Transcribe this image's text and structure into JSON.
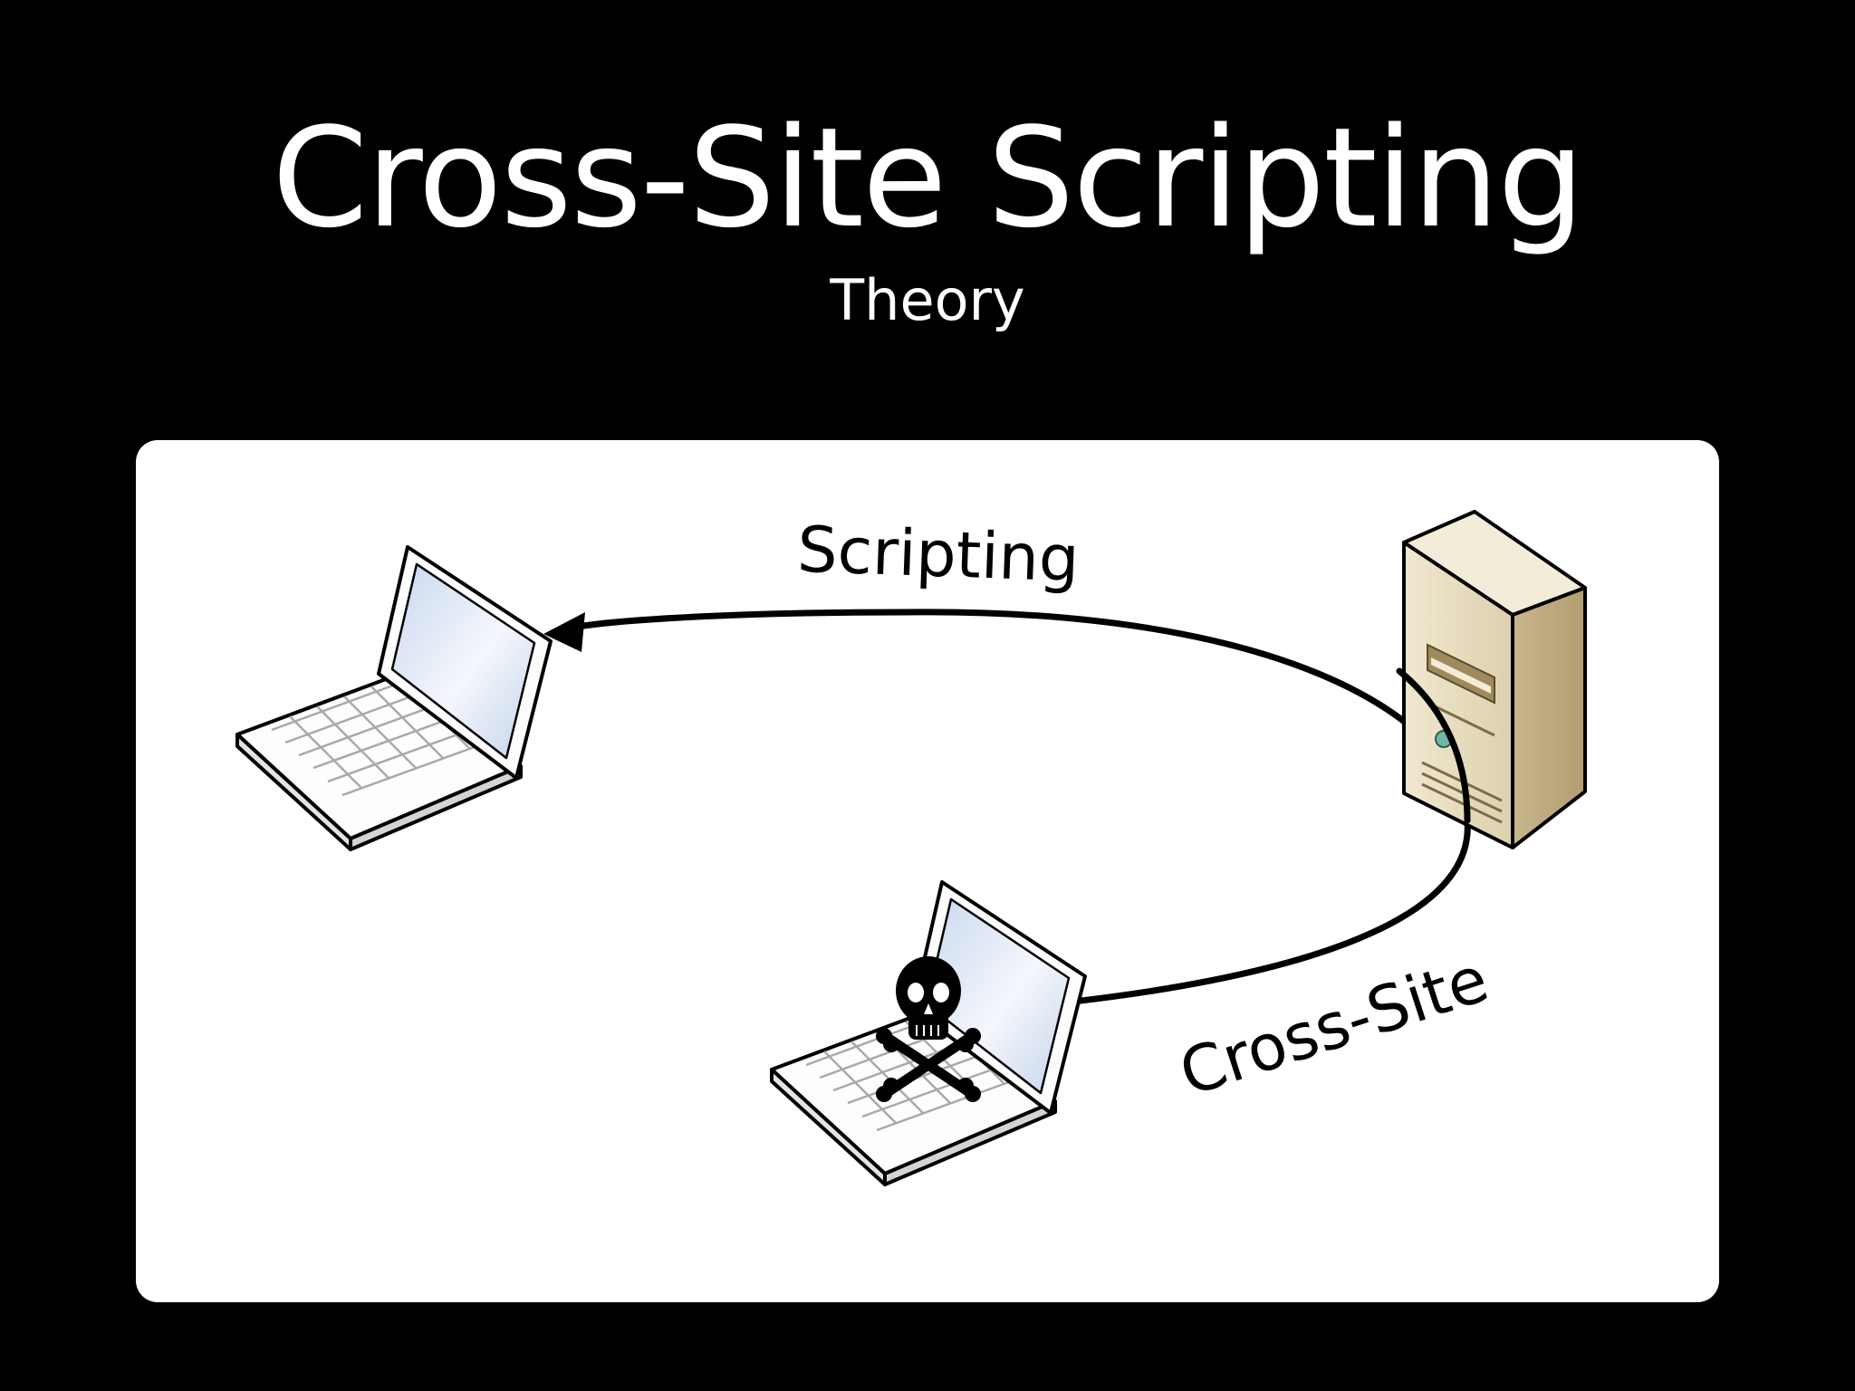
{
  "slide": {
    "title": "Cross-Site Scripting",
    "subtitle": "Theory"
  },
  "diagram": {
    "labels": {
      "scripting": "Scripting",
      "cross_site": "Cross-Site"
    },
    "icons": [
      "laptop-icon",
      "server-icon",
      "skull-crossbones-icon"
    ],
    "colors": {
      "background": "#000000",
      "panel": "#ffffff",
      "text": "#ffffff",
      "server_body": "#e8dcc0",
      "server_shade": "#c8b48c",
      "laptop_screen": "#d6e2f4",
      "status_led": "#6fb7a3"
    }
  }
}
